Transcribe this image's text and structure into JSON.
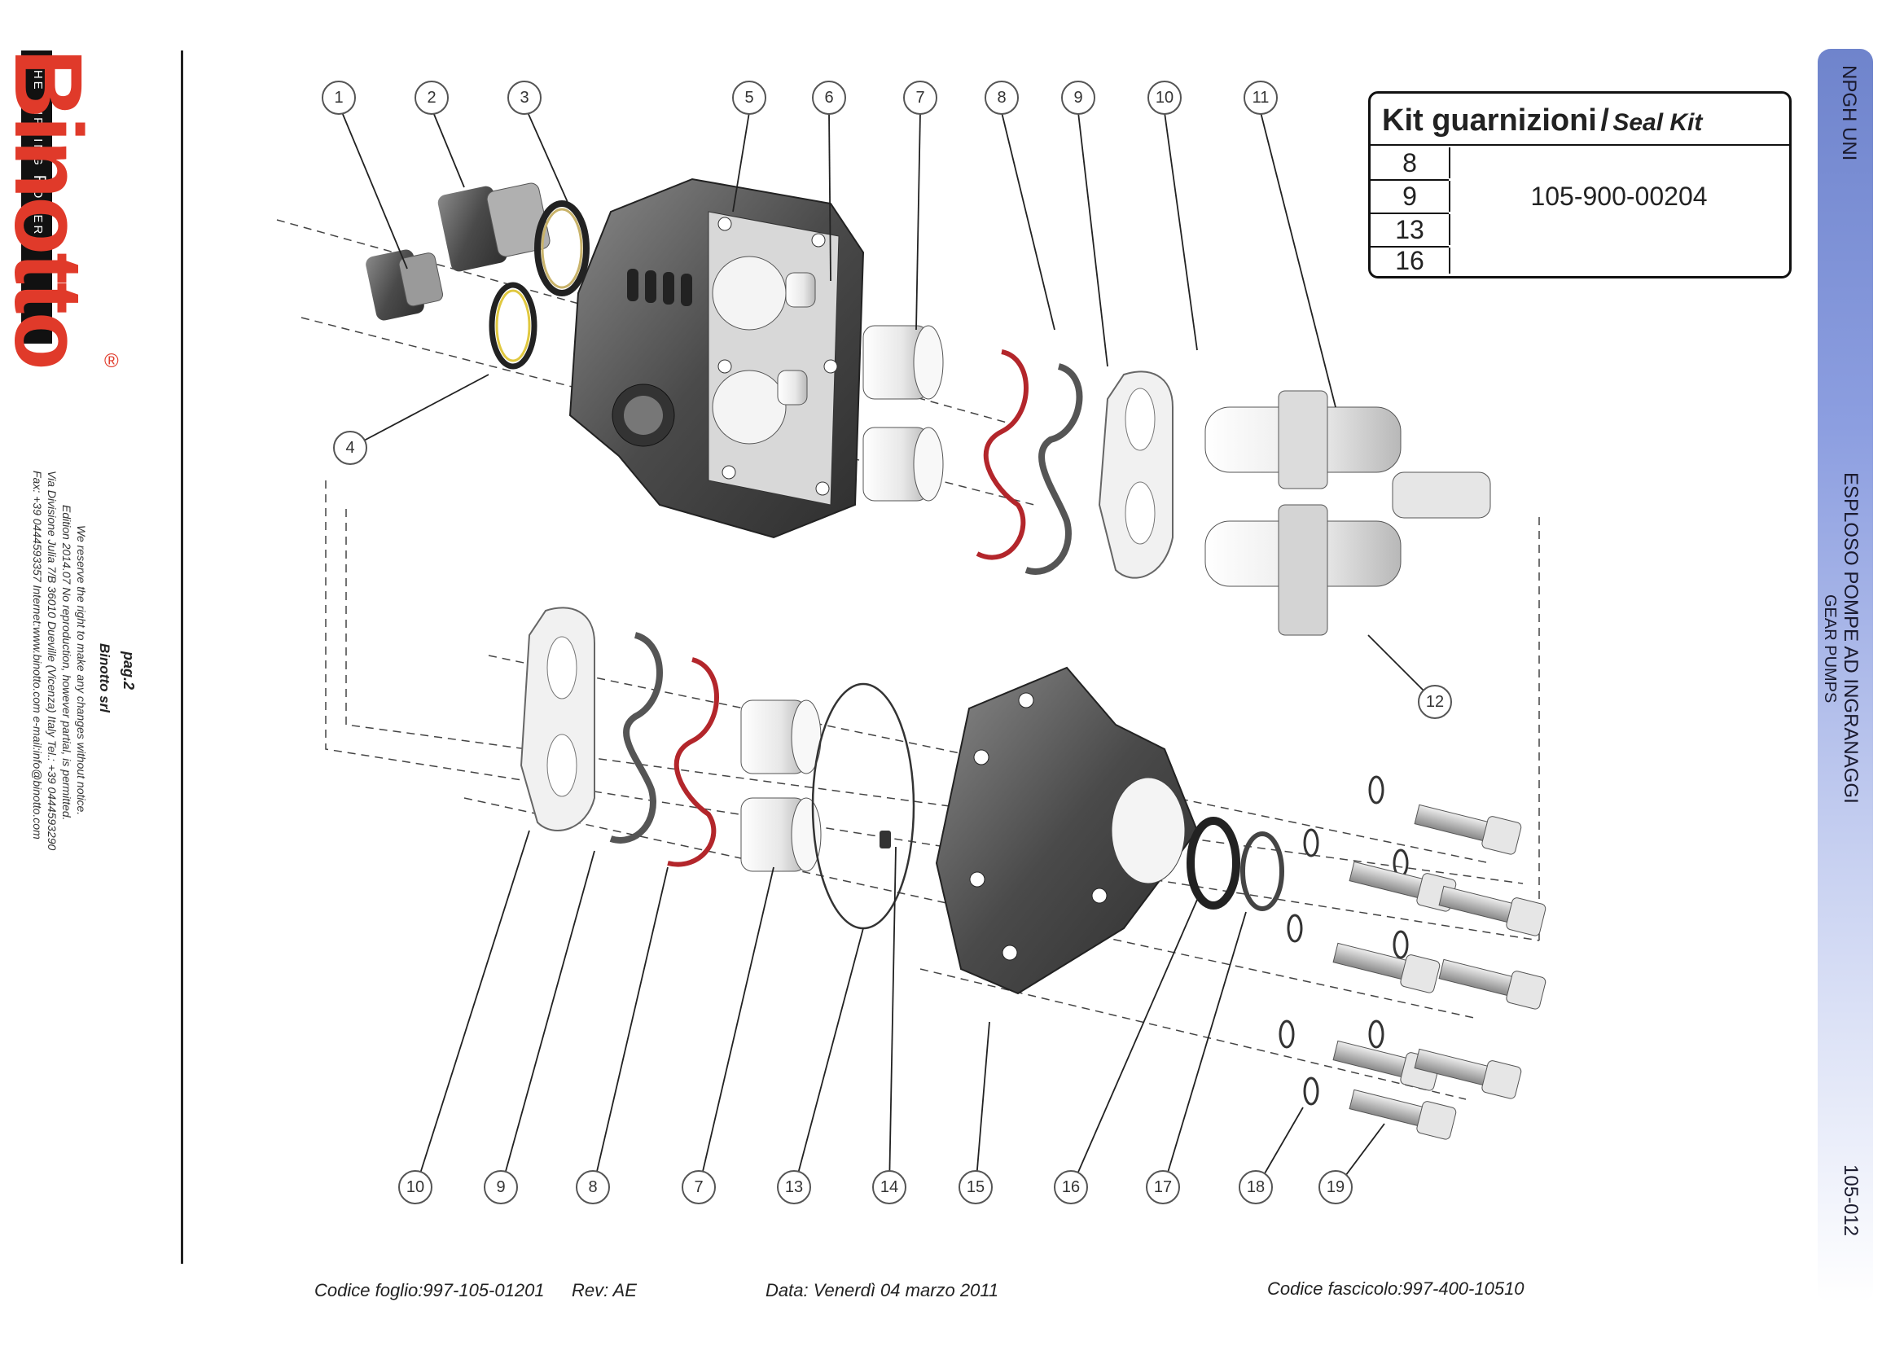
{
  "brand": {
    "name": "Binotto",
    "registered": "®",
    "tagline": "The Tipping Power"
  },
  "legal": {
    "page": "pag.2",
    "company": "Binotto srl",
    "line1": "We reserve the right to make any changes without notice.",
    "line2": "Edition 2014.07 No reproduction, however partial, is permitted.",
    "line3": "Via Divisione Julia 7/B 36010 Dueville (Vicenza) Italy Tel.: +39 0444593290",
    "line4": "Fax: +39 0444593357 Internet:www.binotto.com e-mail:info@binotto.com"
  },
  "side_band": {
    "product": "NPGH UNI",
    "title": "ESPLOSO POMPE AD INGRANAGGI",
    "subtitle": "GEAR PUMPS",
    "code": "105-012",
    "color": "#7b8fd6"
  },
  "kit": {
    "title_it": "Kit guarnizioni",
    "slash": "/",
    "title_en": "Seal Kit",
    "items": [
      "8",
      "9",
      "13",
      "16"
    ],
    "code": "105-900-00204"
  },
  "callouts": {
    "c1": "1",
    "c2": "2",
    "c3": "3",
    "c4": "4",
    "c5": "5",
    "c6": "6",
    "c7": "7",
    "c8": "8",
    "c9": "9",
    "c10": "10",
    "c11": "11",
    "c12": "12",
    "b10": "10",
    "b9": "9",
    "b8": "8",
    "b7": "7",
    "b13": "13",
    "b14": "14",
    "b15": "15",
    "b16": "16",
    "b17": "17",
    "b18": "18",
    "b19": "19"
  },
  "footer": {
    "sheet_code": "Codice foglio:997-105-01201",
    "rev": "Rev: AE",
    "date": "Data: Venerdì 04 marzo 2011",
    "bundle_code": "Codice fascicolo:997-400-10510"
  },
  "colors": {
    "brand_red": "#e03a2a",
    "seal_red": "#b3262b",
    "part_dark": "#4a4a4a"
  }
}
